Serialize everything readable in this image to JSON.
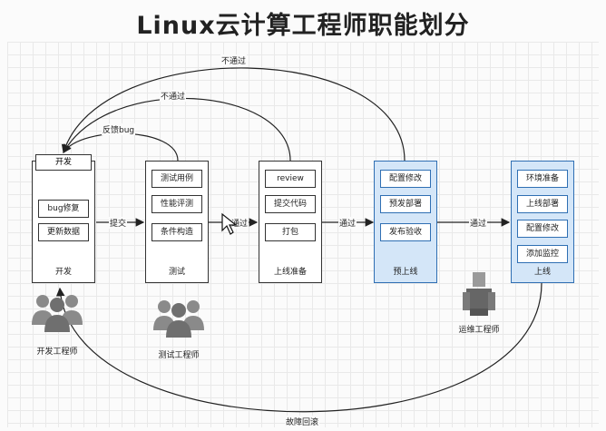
{
  "title": "Linux云计算工程师职能划分",
  "stages": [
    {
      "name": "开发",
      "tab": "开发",
      "items": [
        "bug修复",
        "更新数据"
      ]
    },
    {
      "name": "测试",
      "items": [
        "测试用例",
        "性能评测",
        "条件构造"
      ]
    },
    {
      "name": "上线准备",
      "items": [
        "review",
        "提交代码",
        "打包"
      ]
    },
    {
      "name": "预上线",
      "items": [
        "配置修改",
        "预发部署",
        "发布验收"
      ]
    },
    {
      "name": "上线",
      "items": [
        "环境准备",
        "上线部署",
        "配置修改",
        "添加监控"
      ]
    }
  ],
  "edges": {
    "submit": "提交",
    "pass1": "通过",
    "pass2": "通过",
    "pass3": "通过",
    "feedback_bug": "反馈bug",
    "reject1": "不通过",
    "reject2": "不通过",
    "rollback": "故障回滚"
  },
  "roles": {
    "dev": "开发工程师",
    "test": "测试工程师",
    "ops": "运维工程师"
  },
  "colors": {
    "stage_border": "#333333",
    "highlight_fill": "#d4e6f8",
    "highlight_border": "#2f6fb3",
    "person_gray": "#8a8a8a",
    "ops_icon": "#666666"
  },
  "icons": [
    "person-group-icon",
    "ops-engineer-icon",
    "cursor-icon"
  ]
}
